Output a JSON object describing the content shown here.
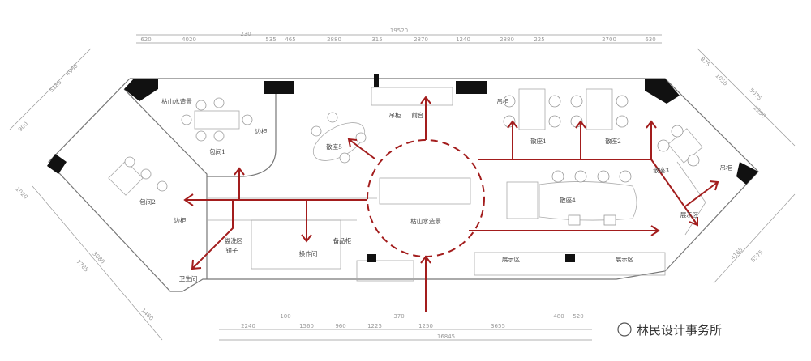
{
  "dimensions": {
    "top_total": "19520",
    "top_mid": "230",
    "top": [
      "620",
      "4020",
      "535",
      "465",
      "2880",
      "315",
      "2870",
      "1240",
      "2880",
      "225",
      "2700",
      "630"
    ],
    "bottom_total": "16845",
    "bottom_small": [
      "100",
      "370",
      "480",
      "520"
    ],
    "bottom": [
      "2240",
      "1560",
      "960",
      "1225",
      "1250",
      "3655"
    ],
    "left": [
      "4960",
      "5185",
      "900",
      "1020",
      "3080",
      "7785",
      "1460"
    ],
    "right": [
      "875",
      "1050",
      "5075",
      "2250",
      "4165",
      "5575"
    ]
  },
  "rooms": {
    "zen_garden_top": "枯山水造景",
    "private_room_1": "包间1",
    "private_room_2": "包间2",
    "side_cabinet_1": "边柜",
    "side_cabinet_2": "边柜",
    "seating_5": "散座5",
    "hanging_cabinet_1": "吊柜",
    "reception": "前台",
    "hanging_cabinet_2": "吊柜",
    "seating_1": "散座1",
    "seating_2": "散座2",
    "seating_3": "散座3",
    "seating_4": "散座4",
    "hanging_cabinet_3": "吊柜",
    "display_area_1": "展示区",
    "display_area_2": "展示区",
    "display_area_3": "展示区",
    "zen_garden_center": "枯山水造景",
    "operation_room": "操作间",
    "washing_area": "盥洗区",
    "mirror": "镜子",
    "restroom": "卫生间",
    "service_cabinet": "备品柜"
  },
  "watermark": "林民设计事务所",
  "colors": {
    "flow": "#a31d1d",
    "wall": "#777777"
  }
}
